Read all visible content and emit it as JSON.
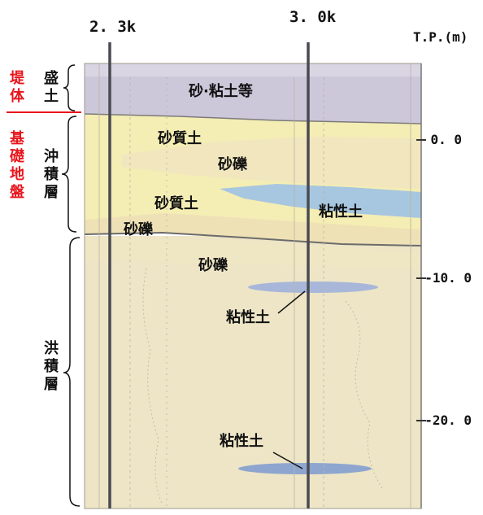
{
  "stations": {
    "left": "2. 3k",
    "right": "3. 0k"
  },
  "elevation_axis": {
    "title": "T.P.(m)",
    "ticks": [
      {
        "label": "0. 0"
      },
      {
        "label": "-10. 0"
      },
      {
        "label": "-20. 0"
      }
    ]
  },
  "group_labels": {
    "embankment": "堤体",
    "foundation": "基礎地盤"
  },
  "strata_labels": {
    "fill": "盛土",
    "alluvium": "沖積層",
    "diluvium": "洪積層"
  },
  "soil_labels": {
    "fill_material": "砂·粘土等",
    "sandy_soil_1": "砂質土",
    "gravel_1": "砂礫",
    "sandy_soil_2": "砂質土",
    "clay_alluvial": "粘性土",
    "gravel_2": "砂礫",
    "gravel_3": "砂礫",
    "clay_2": "粘性土",
    "clay_3": "粘性土"
  },
  "colors": {
    "embankment_fill": "#c9c4d8",
    "sandy_soil": "#f3ecb0",
    "gravel": "#efe3b8",
    "clay": "#9fc2dd",
    "diluvium_bg": "#ede7c9",
    "red_label": "#e8141c"
  }
}
